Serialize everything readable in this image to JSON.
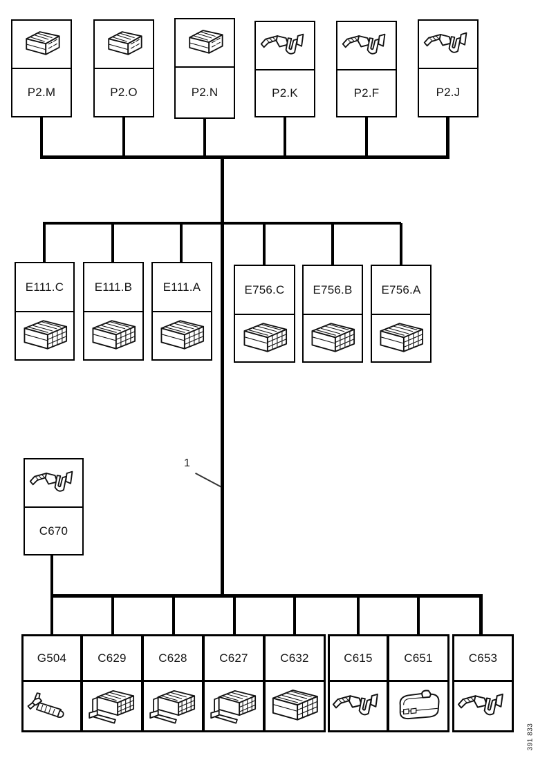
{
  "figure": {
    "callout": {
      "label": "1"
    },
    "drawing_number": "391 833"
  },
  "colors": {
    "line": "#000000",
    "background": "#ffffff",
    "text": "#111111"
  },
  "top_row": {
    "boxes": [
      {
        "label": "P2.M",
        "icon": "small-connector-housing-icon"
      },
      {
        "label": "P2.O",
        "icon": "small-connector-housing-icon"
      },
      {
        "label": "P2.N",
        "icon": "small-connector-housing-icon"
      },
      {
        "label": "P2.K",
        "icon": "terminal-pin-icon"
      },
      {
        "label": "P2.F",
        "icon": "terminal-pin-icon"
      },
      {
        "label": "P2.J",
        "icon": "terminal-pin-icon"
      }
    ]
  },
  "middle_row": {
    "boxes": [
      {
        "label": "E111.C",
        "icon": "multiway-connector-icon"
      },
      {
        "label": "E111.B",
        "icon": "multiway-connector-icon"
      },
      {
        "label": "E111.A",
        "icon": "multiway-connector-icon"
      },
      {
        "label": "E756.C",
        "icon": "multiway-connector-icon"
      },
      {
        "label": "E756.B",
        "icon": "multiway-connector-icon"
      },
      {
        "label": "E756.A",
        "icon": "multiway-connector-icon"
      }
    ]
  },
  "branch_box": {
    "label": "C670",
    "icon": "terminal-pin-icon"
  },
  "bottom_row": {
    "boxes": [
      {
        "label": "G504",
        "icon": "inline-terminal-icon"
      },
      {
        "label": "C629",
        "icon": "bracket-connector-icon"
      },
      {
        "label": "C628",
        "icon": "bracket-connector-icon"
      },
      {
        "label": "C627",
        "icon": "bracket-connector-icon"
      },
      {
        "label": "C632",
        "icon": "multiway-connector-icon"
      },
      {
        "label": "C615",
        "icon": "terminal-pin-icon"
      },
      {
        "label": "C651",
        "icon": "round-connector-icon"
      },
      {
        "label": "C653",
        "icon": "terminal-pin-icon"
      }
    ]
  }
}
